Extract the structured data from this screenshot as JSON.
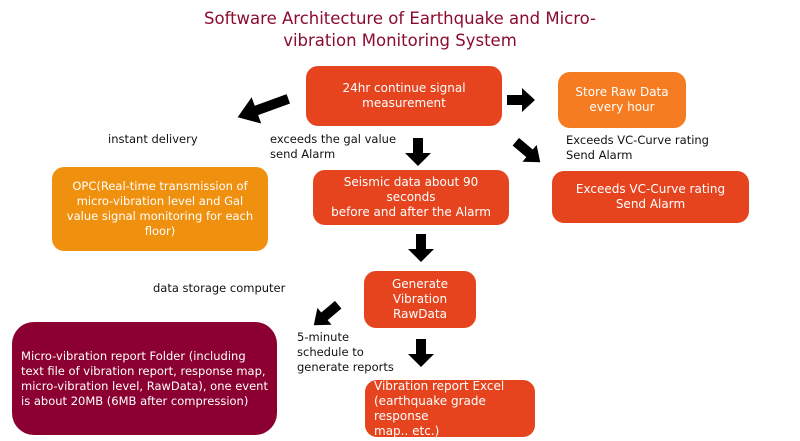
{
  "title": {
    "line1": "Software Architecture of Earthquake and Micro-",
    "line2": "vibration Monitoring System"
  },
  "colors": {
    "title": "#8b0c2e",
    "red_box": "#e5441e",
    "orange_box": "#f57c20",
    "amber_box": "#f0900f",
    "maroon_box": "#8b0030",
    "arrow": "#000000"
  },
  "nodes": {
    "measurement": {
      "lines": [
        "24hr continue signal",
        "measurement"
      ]
    },
    "store_raw": {
      "lines": [
        "Store Raw Data",
        "every hour"
      ]
    },
    "opc": {
      "lines": [
        "OPC(Real-time transmission of",
        "micro-vibration level and Gal",
        "value signal monitoring for each",
        "floor)"
      ]
    },
    "seismic": {
      "lines": [
        "Seismic data about 90 seconds",
        "before and after the Alarm"
      ]
    },
    "vc_alarm": {
      "lines": [
        "Exceeds VC-Curve rating",
        "Send Alarm"
      ]
    },
    "generate": {
      "lines": [
        "Generate",
        "Vibration",
        "RawData"
      ]
    },
    "folder": {
      "lines": [
        "Micro-vibration report Folder (including",
        "text file of vibration report, response map,",
        "micro-vibration level, RawData), one event",
        "is about 20MB (6MB after compression)"
      ]
    },
    "excel": {
      "lines": [
        "Vibration report Excel",
        "(earthquake grade response",
        "map.. etc.)"
      ]
    }
  },
  "labels": {
    "instant_delivery": {
      "lines": [
        "instant delivery"
      ]
    },
    "exceeds_gal": {
      "lines": [
        "exceeds the gal value",
        "send Alarm"
      ]
    },
    "exceeds_vc": {
      "lines": [
        "Exceeds VC-Curve rating",
        "Send Alarm"
      ]
    },
    "data_storage": {
      "lines": [
        "data storage computer"
      ]
    },
    "schedule": {
      "lines": [
        "5-minute",
        "schedule to",
        "generate reports"
      ]
    }
  },
  "arrows": [
    {
      "name": "arrow-to-opc",
      "direction": "down-left"
    },
    {
      "name": "arrow-to-store-raw",
      "direction": "right"
    },
    {
      "name": "arrow-to-seismic",
      "direction": "down"
    },
    {
      "name": "arrow-to-vc-alarm",
      "direction": "down-right"
    },
    {
      "name": "arrow-to-generate",
      "direction": "down"
    },
    {
      "name": "arrow-to-folder",
      "direction": "down-left"
    },
    {
      "name": "arrow-to-excel",
      "direction": "down"
    }
  ]
}
